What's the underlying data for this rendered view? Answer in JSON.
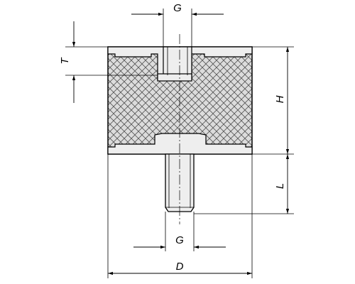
{
  "labels": {
    "G_top": "G",
    "T": "T",
    "H": "H",
    "L": "L",
    "G_bottom": "G",
    "D": "D"
  },
  "colors": {
    "line": "#000000",
    "body_fill": "#dcdcdc",
    "hatch": "#555555",
    "metal_fill": "#eeeeee"
  }
}
